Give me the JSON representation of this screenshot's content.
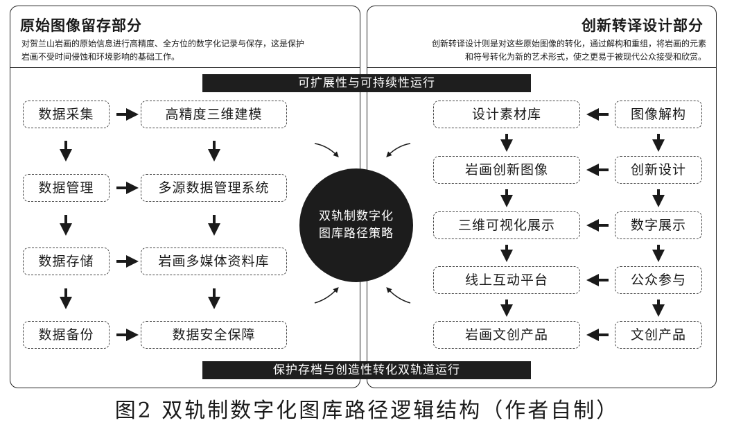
{
  "left": {
    "title": "原始图像留存部分",
    "desc_line1": "对贺兰山岩画的原始信息进行高精度、全方位的数字化记录与保存，这是保护",
    "desc_line2": "岩画不受时间侵蚀和环境影响的基础工作。",
    "col1": [
      "数据采集",
      "数据管理",
      "数据存储",
      "数据备份"
    ],
    "col2": [
      "高精度三维建模",
      "多源数据管理系统",
      "岩画多媒体资料库",
      "数据安全保障"
    ]
  },
  "right": {
    "title": "创新转译设计部分",
    "desc_line1": "创新转译设计则是对这些原始图像的转化，通过解构和重组，将岩画的元素",
    "desc_line2": "和符号转化为新的艺术形式，使之更易于被现代公众接受和欣赏。",
    "col1": [
      "设计素材库",
      "岩画创新图像",
      "三维可视化展示",
      "线上互动平台",
      "岩画文创产品"
    ],
    "col2": [
      "图像解构",
      "创新设计",
      "数字展示",
      "公众参与",
      "文创产品"
    ]
  },
  "top_banner": "可扩展性与可持续性运行",
  "bottom_banner": "保护存档与创造性转化双轨道运行",
  "hub": {
    "line1": "双轨制数字化",
    "line2": "图库路径策略"
  },
  "caption": "图2 双轨制数字化图库路径逻辑结构（作者自制）"
}
